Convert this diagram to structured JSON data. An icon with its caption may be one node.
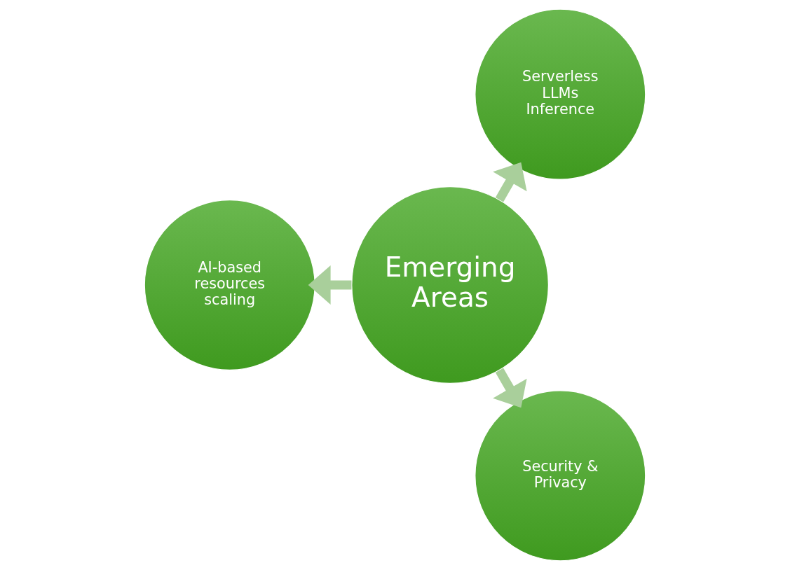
{
  "diagram": {
    "nodes": [
      {
        "text": [
          "Emerging Areas"
        ]
      },
      {
        "text": [
          "Serverless LLMs Inference"
        ]
      },
      {
        "text": [
          "AI-based resources scaling"
        ]
      },
      {
        "text": [
          "Security & Privacy"
        ]
      }
    ],
    "edges": [
      {
        "from": 0,
        "to": 1,
        "arrow": "to"
      },
      {
        "from": 0,
        "to": 2,
        "arrow": "to"
      },
      {
        "from": 0,
        "to": 3,
        "arrow": "to"
      }
    ]
  }
}
